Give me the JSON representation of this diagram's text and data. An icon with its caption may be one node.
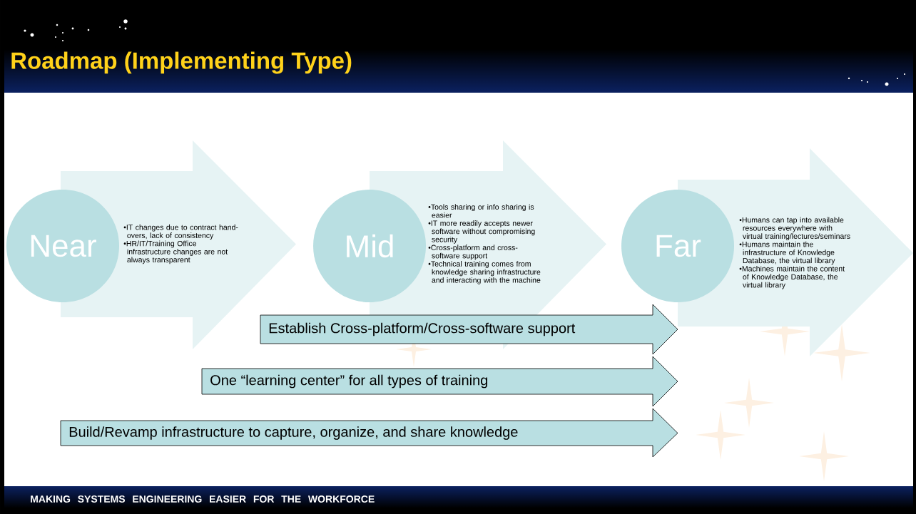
{
  "diagram": {
    "title": "Roadmap (Implementing Type)",
    "nodes": [
      {
        "text": [
          "Near"
        ]
      },
      {
        "text": [
          "•IT changes due to contract hand-overs, lack of consistency",
          "•HR/IT/Training Office infrastructure changes are not always transparent"
        ]
      },
      {
        "text": [
          "Mid"
        ]
      },
      {
        "text": [
          "•Tools sharing or info sharing is easier",
          "•IT more readily accepts newer software without compromising security",
          "•Cross-platform and cross-software support",
          "•Technical training comes from knowledge sharing infrastructure and interacting with the machine"
        ]
      },
      {
        "text": [
          "Far"
        ]
      },
      {
        "text": [
          "•Humans can tap into available resources everywhere with virtual training/lectures/seminars",
          "•Humans maintain the infrastructure of Knowledge Database, the virtual library",
          "•Machines maintain the content of Knowledge Database, the virtual library"
        ]
      },
      {
        "text": [
          "Establish Cross-platform/Cross-software support"
        ]
      },
      {
        "text": [
          "One “learning center” for all types of training"
        ]
      },
      {
        "text": [
          "Build/Revamp infrastructure to capture, organize, and share knowledge"
        ]
      }
    ],
    "labels": [
      "MAKING SYSTEMS ENGINEERING EASIER FOR THE WORKFORCE"
    ]
  }
}
